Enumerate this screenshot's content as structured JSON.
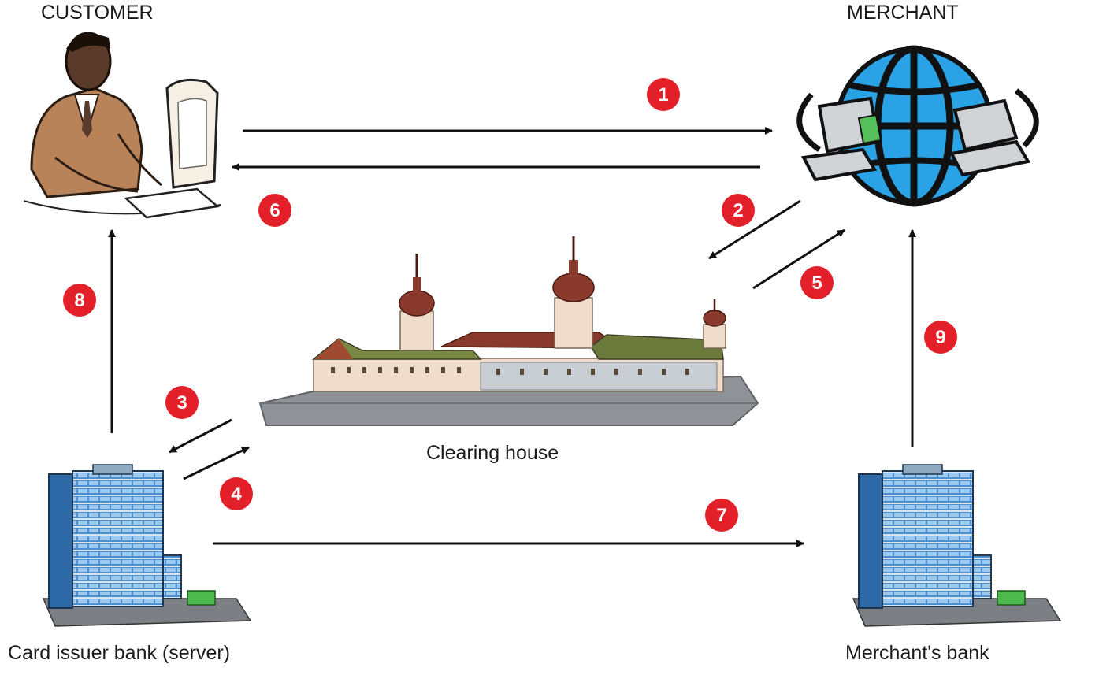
{
  "labels": {
    "customer": "CUSTOMER",
    "merchant": "MERCHANT",
    "clearing_house": "Clearing house",
    "card_issuer_bank": "Card issuer bank (server)",
    "merchants_bank": "Merchant's bank"
  },
  "steps": [
    "1",
    "2",
    "3",
    "4",
    "5",
    "6",
    "7",
    "8",
    "9"
  ],
  "colors": {
    "step_badge": "#e3202a",
    "arrow": "#111111",
    "globe": "#2aa3e6",
    "building_glass": "#4a8fd0",
    "castle_roof": "#8a3a2c",
    "castle_wall": "#f0dccb",
    "castle_base": "#8f9296",
    "coat": "#b9835a",
    "skin": "#5a3a2a"
  },
  "icons": {
    "customer": "person-at-computer-icon",
    "merchant": "globe-network-icon",
    "clearing_house": "castle-icon",
    "card_issuer_bank": "office-building-icon",
    "merchants_bank": "office-building-icon"
  }
}
